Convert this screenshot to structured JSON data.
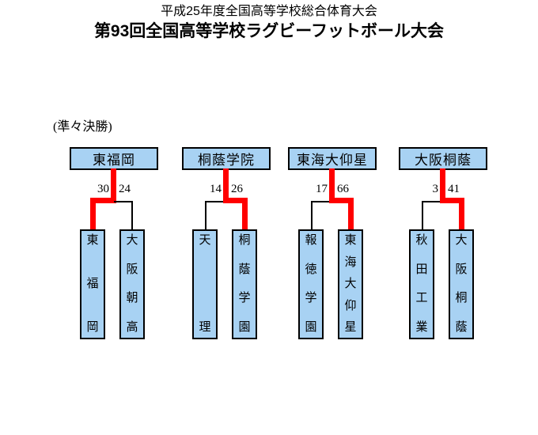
{
  "header": {
    "line1": "平成25年度全国高等学校総合体育大会",
    "line2": "第93回全国高等学校ラグビーフットボール大会"
  },
  "round_label": "(準々決勝)",
  "colors": {
    "box_fill": "#A8D2F3",
    "winner_path": "#FF0000",
    "loser_path": "#000000"
  },
  "matches": [
    {
      "winner": "東福岡",
      "score_left": "30",
      "score_right": "24",
      "team_left": "東福岡",
      "team_right": "大阪朝高",
      "winner_side": "left"
    },
    {
      "winner": "桐蔭学院",
      "score_left": "14",
      "score_right": "26",
      "team_left": "天理",
      "team_right": "桐蔭学園",
      "winner_side": "right"
    },
    {
      "winner": "東海大仰星",
      "score_left": "17",
      "score_right": "66",
      "team_left": "報徳学園",
      "team_right": "東海大仰星",
      "winner_side": "right"
    },
    {
      "winner": "大阪桐蔭",
      "score_left": "3",
      "score_right": "41",
      "team_left": "秋田工業",
      "team_right": "大阪桐蔭",
      "winner_side": "right"
    }
  ]
}
